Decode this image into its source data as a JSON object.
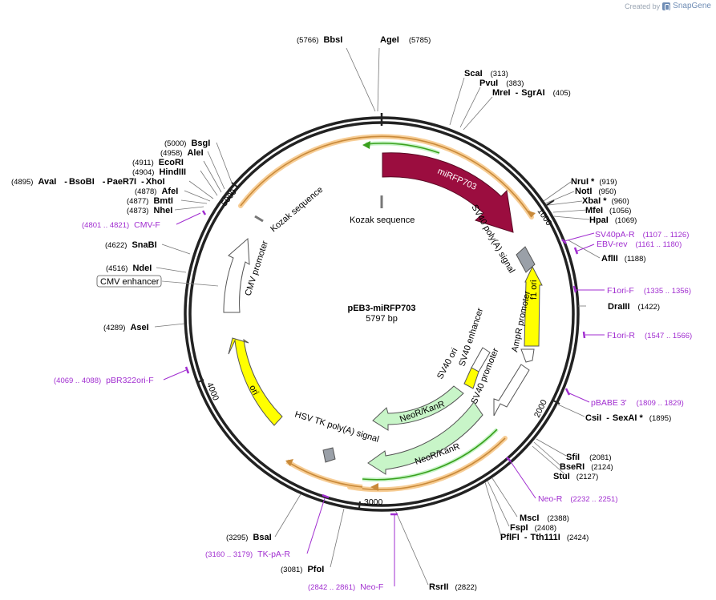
{
  "credit": {
    "prefix": "Created by",
    "brand": "SnapGene"
  },
  "plasmid": {
    "name": "pEB3-miRFP703",
    "size_label": "5797 bp"
  },
  "colors": {
    "backbone": "#222222",
    "mirfp": "#9b0d3f",
    "ori_yellow": "#ffff00",
    "neo_green": "#c8f5c8",
    "primer_purple": "#a12ed0",
    "orange_glow": "#f6c88a",
    "green_line": "#3aa01e",
    "grey_feature": "#9aa0a8"
  },
  "ticks": [
    {
      "label": "1000"
    },
    {
      "label": "2000"
    },
    {
      "label": "3000"
    },
    {
      "label": "4000"
    },
    {
      "label": "5000"
    }
  ],
  "features": {
    "mirfp": "miRFP703",
    "sv40_polya": "SV40 poly(A) signal",
    "f1_ori": "f1 ori",
    "ampr_promoter": "AmpR promoter",
    "sv40_promoter": "SV40 promoter",
    "sv40_enhancer": "SV40 enhancer",
    "sv40_ori": "SV40 ori",
    "neokanr_1": "NeoR/KanR",
    "neokanr_2": "NeoR/KanR",
    "hsv_tk": "HSV TK poly(A) signal",
    "ori": "ori",
    "cmv_promoter": "CMV promoter",
    "kozak_outer": "Kozak sequence",
    "kozak_inner": "Kozak sequence",
    "cmv_enhancer": "CMV enhancer"
  },
  "sites": {
    "bbsi": {
      "name": "BbsI",
      "pos": "(5766)"
    },
    "agei": {
      "name": "AgeI",
      "pos": "(5785)"
    },
    "scai": {
      "name": "ScaI",
      "pos": "(313)"
    },
    "pvui": {
      "name": "PvuI",
      "pos": "(383)"
    },
    "mrei": {
      "name": "MreI",
      "sep": "-",
      "name2": "SgrAI",
      "pos": "(405)"
    },
    "nrui": {
      "name": "NruI *",
      "pos": "(919)"
    },
    "noti": {
      "name": "NotI",
      "pos": "(950)"
    },
    "xbai": {
      "name": "XbaI *",
      "pos": "(960)"
    },
    "mfei": {
      "name": "MfeI",
      "pos": "(1056)"
    },
    "hpai": {
      "name": "HpaI",
      "pos": "(1069)"
    },
    "aflii": {
      "name": "AflII",
      "pos": "(1188)"
    },
    "draiii": {
      "name": "DraIII",
      "pos": "(1422)"
    },
    "csii": {
      "name": "CsiI",
      "sep": "-",
      "name2": "SexAI *",
      "pos": "(1895)"
    },
    "sfii": {
      "name": "SfiI",
      "pos": "(2081)"
    },
    "bseri": {
      "name": "BseRI",
      "pos": "(2124)"
    },
    "stui": {
      "name": "StuI",
      "pos": "(2127)"
    },
    "msci": {
      "name": "MscI",
      "pos": "(2388)"
    },
    "fspi": {
      "name": "FspI",
      "pos": "(2408)"
    },
    "pflfi": {
      "name": "PflFI",
      "sep": "-",
      "name2": "Tth111I",
      "pos": "(2424)"
    },
    "rsrii": {
      "name": "RsrII",
      "pos": "(2822)"
    },
    "pfoi": {
      "name": "PfoI",
      "pos": "(3081)"
    },
    "bsai": {
      "name": "BsaI",
      "pos": "(3295)"
    },
    "asei": {
      "name": "AseI",
      "pos": "(4289)"
    },
    "ndei": {
      "name": "NdeI",
      "pos": "(4516)"
    },
    "snabi": {
      "name": "SnaBI",
      "pos": "(4622)"
    },
    "nhei": {
      "name": "NheI",
      "pos": "(4873)"
    },
    "bmti": {
      "name": "BmtI",
      "pos": "(4877)"
    },
    "afei": {
      "name": "AfeI",
      "pos": "(4878)"
    },
    "xhoi": {
      "name": "XhoI",
      "pos": "(4895)",
      "pre": "AvaI",
      "mid1": "BsoBI",
      "mid2": "PaeR7I"
    },
    "hindiii": {
      "name": "HindIII",
      "pos": "(4904)"
    },
    "ecori": {
      "name": "EcoRI",
      "pos": "(4911)"
    },
    "alei": {
      "name": "AleI",
      "pos": "(4958)"
    },
    "bsgi": {
      "name": "BsgI",
      "pos": "(5000)"
    }
  },
  "primers": {
    "cmvf": {
      "name": "CMV-F",
      "pos": "(4801 .. 4821)"
    },
    "sv40par": {
      "name": "SV40pA-R",
      "pos": "(1107 .. 1126)"
    },
    "ebvrev": {
      "name": "EBV-rev",
      "pos": "(1161 .. 1180)"
    },
    "f1orif": {
      "name": "F1ori-F",
      "pos": "(1335 .. 1356)"
    },
    "f1orir": {
      "name": "F1ori-R",
      "pos": "(1547 .. 1566)"
    },
    "pbabe": {
      "name": "pBABE 3'",
      "pos": "(1809 .. 1829)"
    },
    "neor": {
      "name": "Neo-R",
      "pos": "(2232 .. 2251)"
    },
    "neof": {
      "name": "Neo-F",
      "pos": "(2842 .. 2861)"
    },
    "tkpar": {
      "name": "TK-pA-R",
      "pos": "(3160 .. 3179)"
    },
    "pbr322": {
      "name": "pBR322ori-F",
      "pos": "(4069 .. 4088)"
    }
  }
}
